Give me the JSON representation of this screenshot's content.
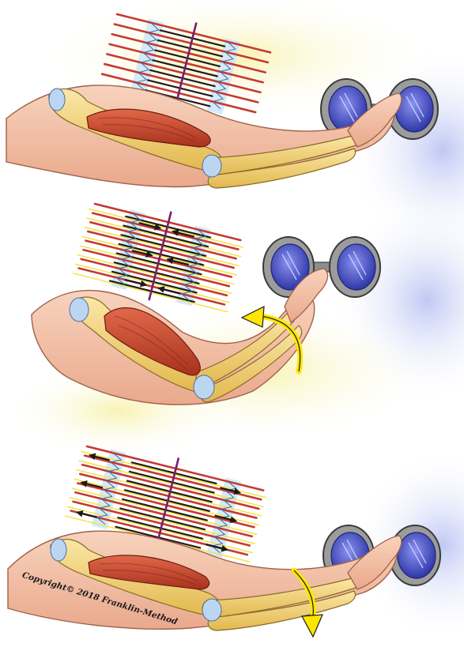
{
  "figure": {
    "copyright": "Copyright© 2018 Franklin-Method",
    "panels": [
      {
        "state": "relaxed",
        "arrow_direction": "none"
      },
      {
        "state": "contracted",
        "arrow_direction": "up"
      },
      {
        "state": "lengthening",
        "arrow_direction": "down"
      }
    ]
  },
  "colors": {
    "muscle": "#c9452a",
    "bone": "#efd27a",
    "skin": "#f3c3a6",
    "actin": "#c63a32",
    "myosin": "#1d1d1d",
    "z_line": "#7a1d6a",
    "arrow": "#ffe600",
    "weight_inner": "#4a52c8",
    "weight_rim": "#9c9c9c"
  }
}
